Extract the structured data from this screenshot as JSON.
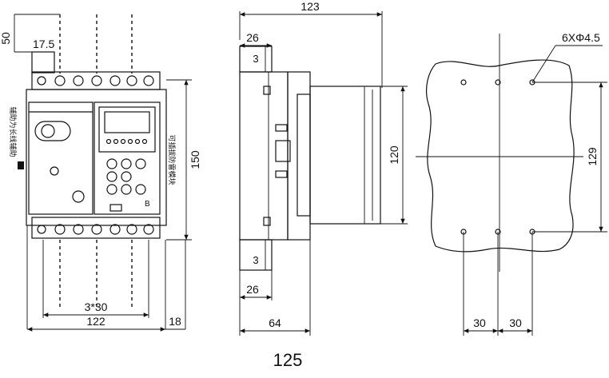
{
  "front_view": {
    "dim_top_height": "50",
    "dim_terminal_width": "17.5",
    "dim_pole_spacing": "3*30",
    "dim_width": "122",
    "dim_side_offset": "18",
    "dim_height": "150",
    "side_note_vertical": "辅助为长线辅助",
    "side_note_right": "可插拔防雷模块"
  },
  "side_view": {
    "dim_total_depth": "123",
    "dim_top_offset": "26",
    "dim_top_small": "3",
    "dim_bottom_small": "3",
    "dim_bottom_offset": "26",
    "dim_base_depth": "64",
    "dim_body_height": "120"
  },
  "mounting_view": {
    "hole_note": "6XΦ4.5",
    "dim_hole_vertical": "129",
    "dim_hole_spacing_left": "30",
    "dim_hole_spacing_right": "30"
  },
  "page_footer_number": "125"
}
